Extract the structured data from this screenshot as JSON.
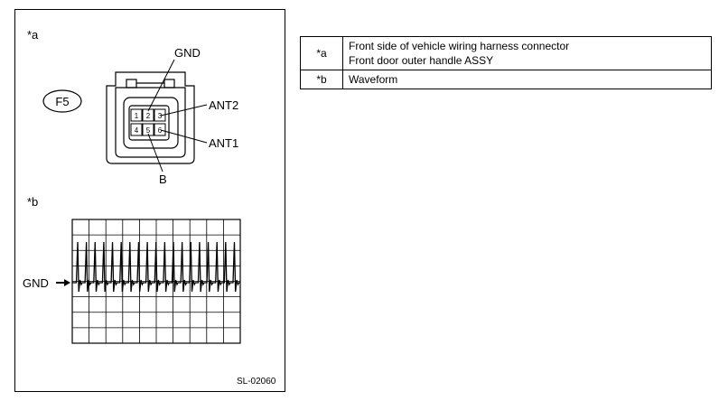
{
  "figure": {
    "label_a": "*a",
    "label_b": "*b",
    "connector_id": "F5",
    "pins": [
      "1",
      "2",
      "3",
      "4",
      "5",
      "6"
    ],
    "callouts": {
      "gnd": "GND",
      "ant2": "ANT2",
      "ant1": "ANT1",
      "b": "B"
    },
    "waveform_gnd": "GND",
    "figure_id": "SL-02060"
  },
  "legend": {
    "rows": [
      {
        "key": "*a",
        "lines": [
          "Front side of vehicle wiring harness connector",
          "Front door outer handle ASSY"
        ]
      },
      {
        "key": "*b",
        "lines": [
          "Waveform"
        ]
      }
    ]
  }
}
